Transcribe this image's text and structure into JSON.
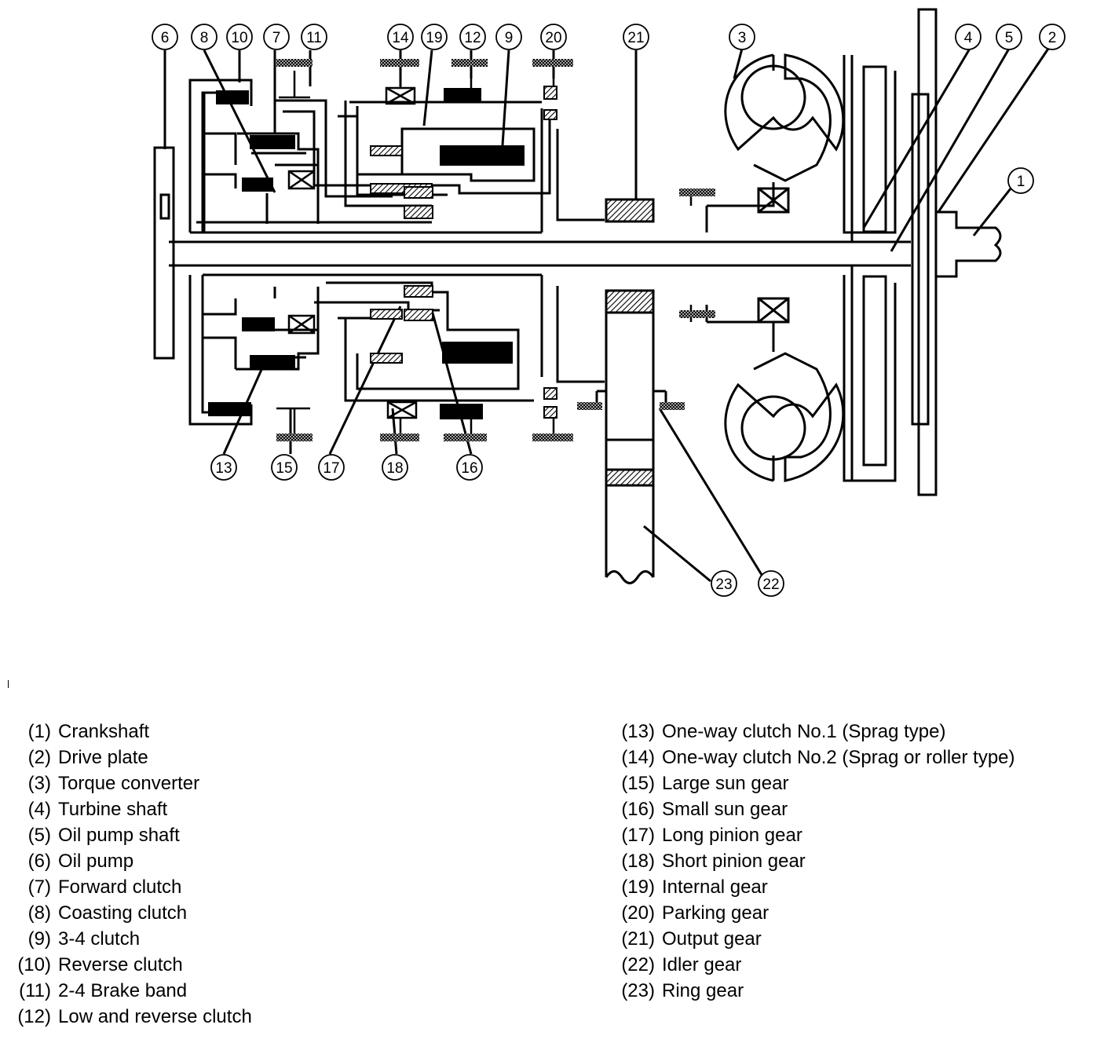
{
  "callouts": [
    {
      "id": "c6",
      "label": "6"
    },
    {
      "id": "c8",
      "label": "8"
    },
    {
      "id": "c10",
      "label": "10"
    },
    {
      "id": "c7",
      "label": "7"
    },
    {
      "id": "c11",
      "label": "11"
    },
    {
      "id": "c14",
      "label": "14"
    },
    {
      "id": "c19",
      "label": "19"
    },
    {
      "id": "c12",
      "label": "12"
    },
    {
      "id": "c9",
      "label": "9"
    },
    {
      "id": "c20",
      "label": "20"
    },
    {
      "id": "c21",
      "label": "21"
    },
    {
      "id": "c3",
      "label": "3"
    },
    {
      "id": "c4",
      "label": "4"
    },
    {
      "id": "c5",
      "label": "5"
    },
    {
      "id": "c2",
      "label": "2"
    },
    {
      "id": "c1",
      "label": "1"
    },
    {
      "id": "c13",
      "label": "13"
    },
    {
      "id": "c15",
      "label": "15"
    },
    {
      "id": "c17",
      "label": "17"
    },
    {
      "id": "c18",
      "label": "18"
    },
    {
      "id": "c16",
      "label": "16"
    },
    {
      "id": "c23",
      "label": "23"
    },
    {
      "id": "c22",
      "label": "22"
    }
  ],
  "legend": {
    "left": [
      {
        "num": "(1)",
        "text": "Crankshaft"
      },
      {
        "num": "(2)",
        "text": "Drive plate"
      },
      {
        "num": "(3)",
        "text": "Torque converter"
      },
      {
        "num": "(4)",
        "text": "Turbine shaft"
      },
      {
        "num": "(5)",
        "text": "Oil pump shaft"
      },
      {
        "num": "(6)",
        "text": "Oil pump"
      },
      {
        "num": "(7)",
        "text": "Forward clutch"
      },
      {
        "num": "(8)",
        "text": "Coasting clutch"
      },
      {
        "num": "(9)",
        "text": "3-4 clutch"
      },
      {
        "num": "(10)",
        "text": "Reverse clutch"
      },
      {
        "num": "(11)",
        "text": "2-4 Brake band"
      },
      {
        "num": "(12)",
        "text": "Low and reverse clutch"
      }
    ],
    "right": [
      {
        "num": "(13)",
        "text": "One-way clutch No.1 (Sprag type)"
      },
      {
        "num": "(14)",
        "text": "One-way clutch No.2 (Sprag or roller type)"
      },
      {
        "num": "(15)",
        "text": "Large sun gear"
      },
      {
        "num": "(16)",
        "text": "Small sun gear"
      },
      {
        "num": "(17)",
        "text": "Long pinion gear"
      },
      {
        "num": "(18)",
        "text": "Short pinion gear"
      },
      {
        "num": "(19)",
        "text": "Internal gear"
      },
      {
        "num": "(20)",
        "text": "Parking gear"
      },
      {
        "num": "(21)",
        "text": "Output gear"
      },
      {
        "num": "(22)",
        "text": "Idler gear"
      },
      {
        "num": "(23)",
        "text": "Ring gear"
      }
    ]
  }
}
